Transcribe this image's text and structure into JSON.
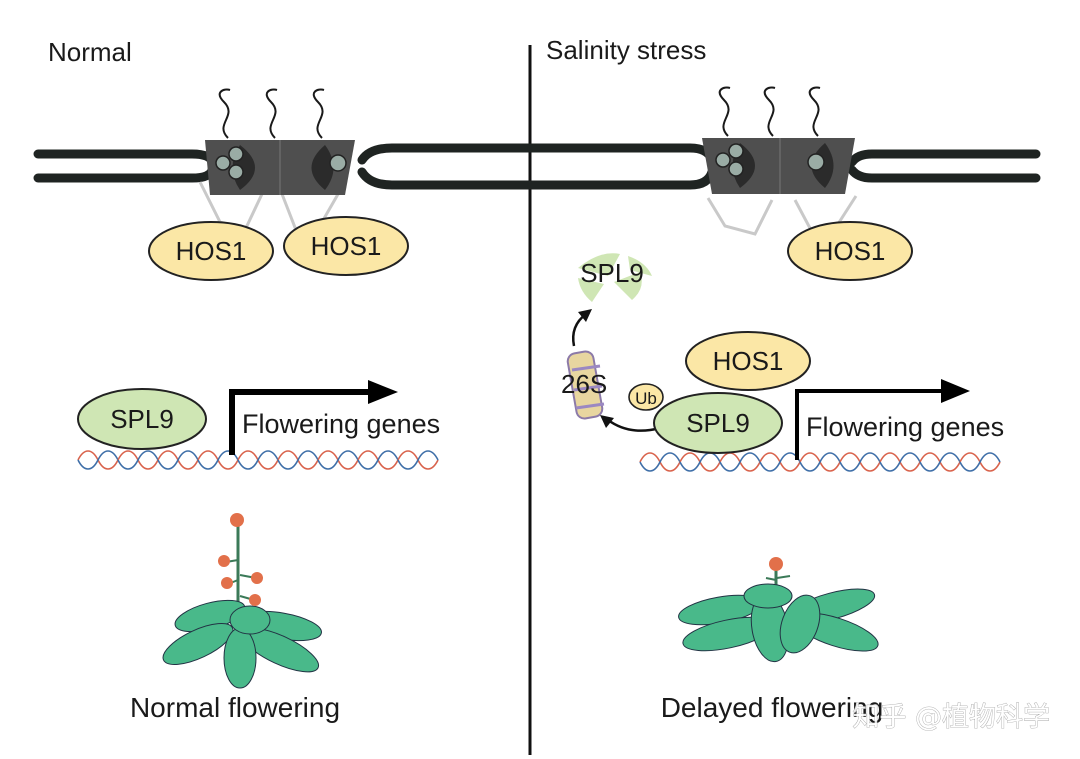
{
  "panels": {
    "left_title": "Normal",
    "right_title": "Salinity stress",
    "left_caption": "Normal flowering",
    "right_caption": "Delayed flowering"
  },
  "proteins": {
    "hos1": "HOS1",
    "spl9": "SPL9",
    "proteasome": "26S",
    "ubiquitin": "Ub"
  },
  "genes": {
    "target": "Flowering genes"
  },
  "watermark": "知乎 @植物科学",
  "colors": {
    "hos1_fill": "#fbe7a6",
    "spl9_fill": "#cfe6b4",
    "leaf": "#49b98a",
    "flower": "#e2704a",
    "membrane": "#1f2422",
    "pore": "#4a4a4a"
  }
}
